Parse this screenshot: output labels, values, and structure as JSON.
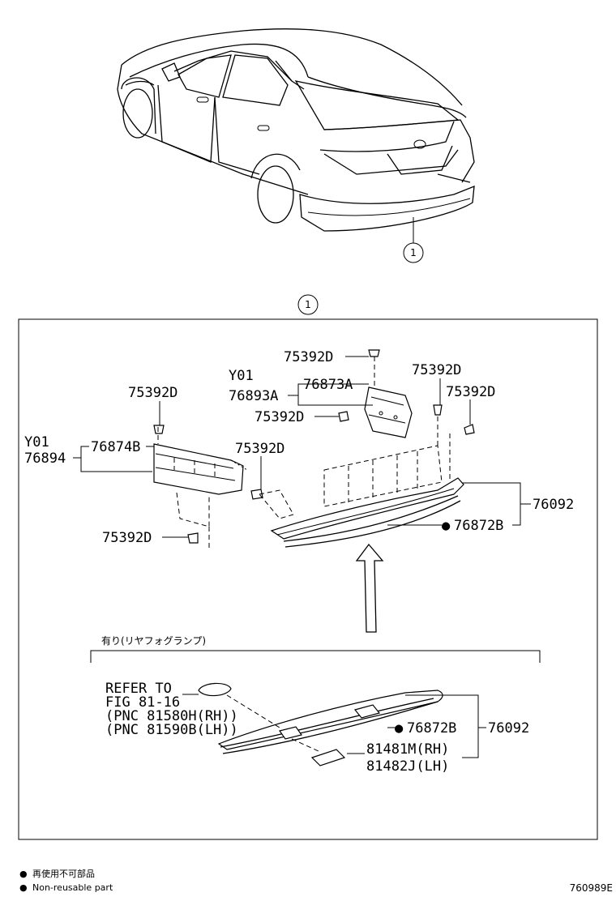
{
  "overview": {
    "callout": "1"
  },
  "detail_callout": "1",
  "main_labels": {
    "clip_top_center": "75392D",
    "clip_right_a": "75392D",
    "clip_right_b": "75392D",
    "clip_left_top": "75392D",
    "clip_center_a": "75392D",
    "clip_center_b": "75392D",
    "clip_left_bottom": "75392D",
    "center_y01": "Y01",
    "center_76893a": "76893A",
    "center_76873a": "76873A",
    "left_y01": "Y01",
    "left_76894": "76894",
    "left_76874b": "76874B",
    "cover_76092": "76092",
    "emblem_76872b": "76872B",
    "nonreusable_marker": "●"
  },
  "variant": {
    "title": "有り(リヤフォグランプ)",
    "refer_lines": [
      "REFER TO",
      "FIG 81-16",
      "(PNC 81580H(RH))",
      "(PNC 81590B(LH))"
    ],
    "emblem_label": "76872B",
    "cover_label": "76092",
    "lamp_rh": "81481M(RH)",
    "lamp_lh": "81482J(LH)",
    "nonreusable_marker": "●"
  },
  "legend": {
    "items": [
      {
        "marker": "●",
        "text": "再使用不可部品"
      },
      {
        "marker": "●",
        "text": "Non-reusable part"
      }
    ]
  },
  "figure_id": "760989E"
}
